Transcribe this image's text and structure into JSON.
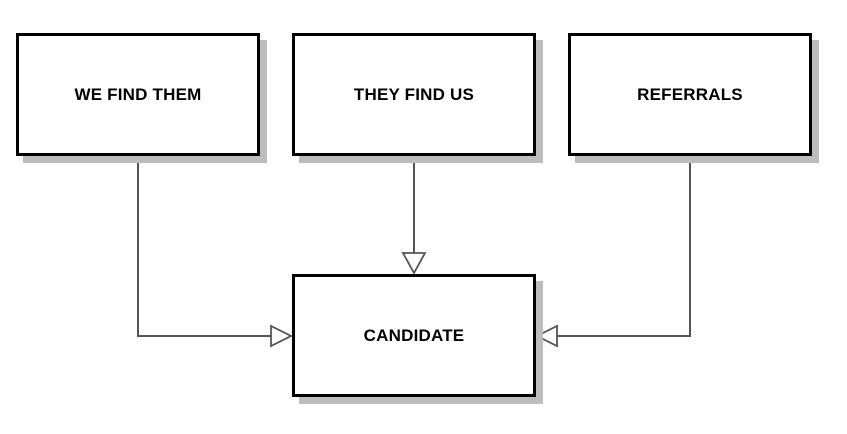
{
  "diagram": {
    "nodes": {
      "we_find_them": "WE FIND THEM",
      "they_find_us": "THEY FIND US",
      "referrals": "REFERRALS",
      "candidate": "CANDIDATE"
    },
    "edges": [
      {
        "from": "we_find_them",
        "to": "candidate",
        "arrow": "hollow-triangle"
      },
      {
        "from": "they_find_us",
        "to": "candidate",
        "arrow": "hollow-triangle"
      },
      {
        "from": "referrals",
        "to": "candidate",
        "arrow": "hollow-triangle"
      }
    ],
    "colors": {
      "stroke": "#000000",
      "connector": "#555555",
      "shadow": "#bdbdbd",
      "fill": "#ffffff"
    }
  }
}
